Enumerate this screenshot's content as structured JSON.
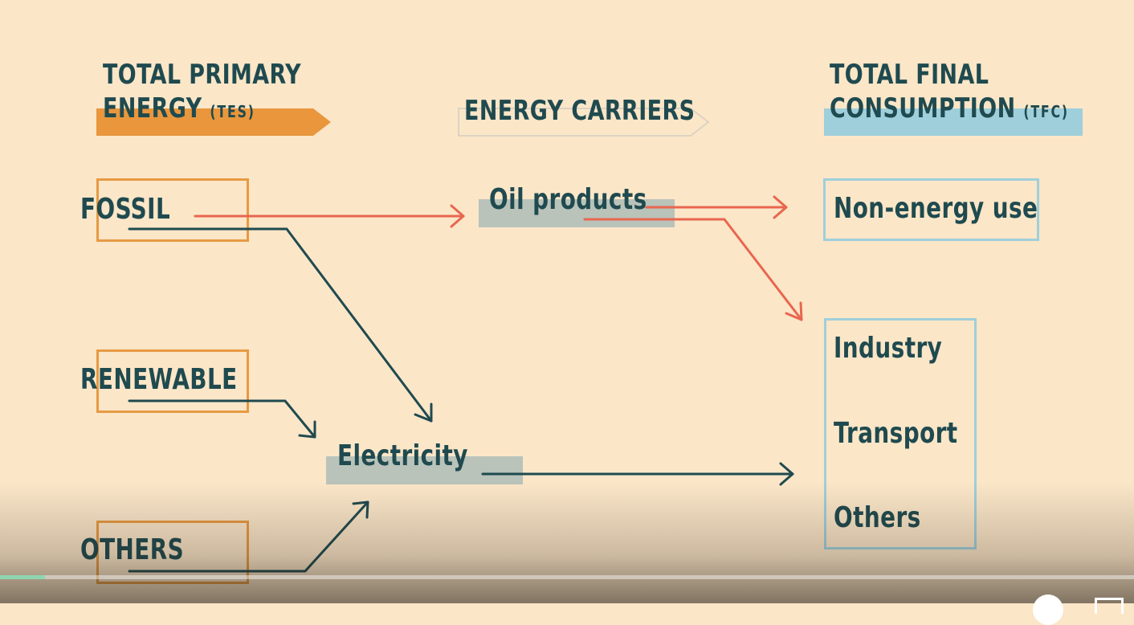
{
  "headers": {
    "tes_line1": "TOTAL PRIMARY",
    "tes_line2": "ENERGY",
    "tes_abbr": "(TES)",
    "carriers": "ENERGY CARRIERS",
    "tfc_line1": "TOTAL FINAL",
    "tfc_line2": "CONSUMPTION",
    "tfc_abbr": "(TFC)"
  },
  "sources": [
    "FOSSIL",
    "RENEWABLE",
    "OTHERS"
  ],
  "carriers": [
    "Oil products",
    "Electricity"
  ],
  "uses": {
    "non_energy": "Non-energy use",
    "sectors": [
      "Industry",
      "Transport",
      "Others"
    ]
  },
  "colors": {
    "background": "#fbe6c8",
    "text": "#1f4a4f",
    "tes_accent": "#e9963c",
    "tfc_accent": "#9fcfdb",
    "oil_flow": "#e8664f",
    "electricity_flow": "#1f4a4f",
    "carrier_highlight": "#b9c3ba"
  },
  "playback": {
    "progress": 0.04
  }
}
